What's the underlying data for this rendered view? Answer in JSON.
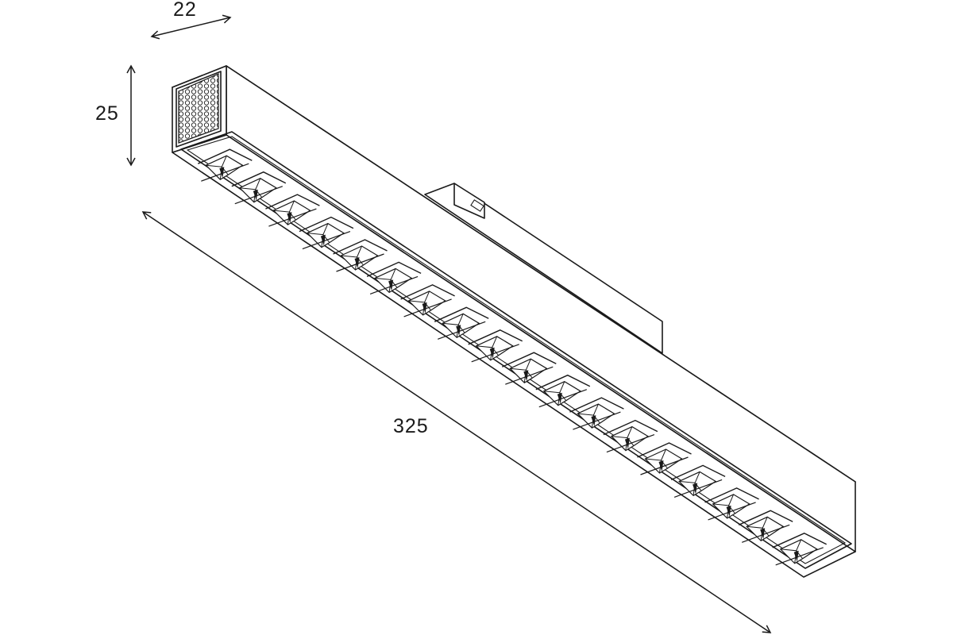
{
  "dimensions": {
    "width": {
      "label": "22"
    },
    "height": {
      "label": "25"
    },
    "length": {
      "label": "325"
    }
  },
  "fixture": {
    "lens_count": 18,
    "line_color": "#1a1a1a",
    "background": "#ffffff"
  }
}
